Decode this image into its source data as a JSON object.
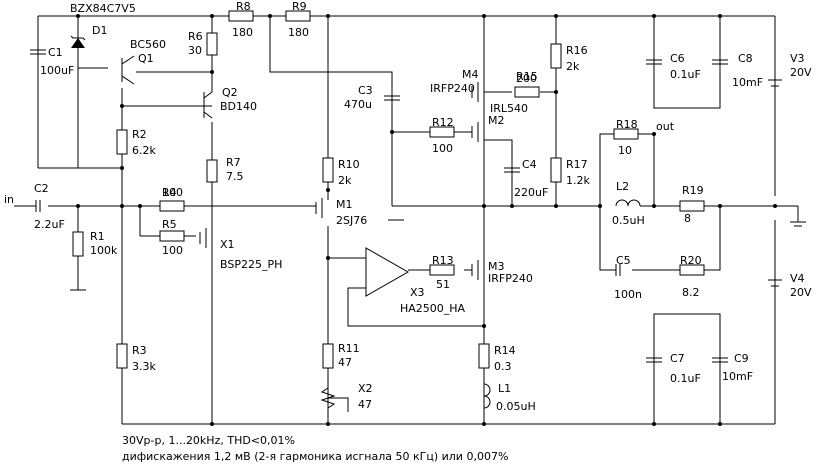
{
  "components": [
    {
      "id": "D1",
      "name": "D1",
      "value": "BZX84C7V5"
    },
    {
      "id": "C1",
      "name": "C1",
      "value": "100uF"
    },
    {
      "id": "Q1",
      "name": "Q1",
      "value": "BC560"
    },
    {
      "id": "R6",
      "name": "R6",
      "value": "30"
    },
    {
      "id": "R8",
      "name": "R8",
      "value": "180"
    },
    {
      "id": "R9",
      "name": "R9",
      "value": "180"
    },
    {
      "id": "Q2",
      "name": "Q2",
      "value": "BD140"
    },
    {
      "id": "R2",
      "name": "R2",
      "value": "6.2k"
    },
    {
      "id": "R7",
      "name": "R7",
      "value": "7.5"
    },
    {
      "id": "R10",
      "name": "R10",
      "value": "2k"
    },
    {
      "id": "C3",
      "name": "C3",
      "value": "470u"
    },
    {
      "id": "M4",
      "name": "M4",
      "value": "IRFP240"
    },
    {
      "id": "R15",
      "name": "R15",
      "value": "200"
    },
    {
      "id": "R16",
      "name": "R16",
      "value": "2k"
    },
    {
      "id": "M2",
      "name": "M2",
      "value": "IRL540"
    },
    {
      "id": "R12",
      "name": "R12",
      "value": "100"
    },
    {
      "id": "C6",
      "name": "C6",
      "value": "0.1uF"
    },
    {
      "id": "C8",
      "name": "C8",
      "value": "10mF"
    },
    {
      "id": "V3",
      "name": "V3",
      "value": "20V"
    },
    {
      "id": "R18",
      "name": "R18",
      "value": "10"
    },
    {
      "id": "C4",
      "name": "C4",
      "value": "220uF"
    },
    {
      "id": "R17",
      "name": "R17",
      "value": "1.2k"
    },
    {
      "id": "C2",
      "name": "C2",
      "value": "2.2uF"
    },
    {
      "id": "R1",
      "name": "R1",
      "value": "100k"
    },
    {
      "id": "R4",
      "name": "R4",
      "value": "100"
    },
    {
      "id": "R5",
      "name": "R5",
      "value": "100"
    },
    {
      "id": "X1",
      "name": "X1",
      "value": "BSP225_PH"
    },
    {
      "id": "M1",
      "name": "M1",
      "value": "2SJ76"
    },
    {
      "id": "L2",
      "name": "L2",
      "value": "0.5uH"
    },
    {
      "id": "R19",
      "name": "R19",
      "value": "8"
    },
    {
      "id": "X3",
      "name": "X3",
      "value": "HA2500_HA"
    },
    {
      "id": "R13",
      "name": "R13",
      "value": "51"
    },
    {
      "id": "M3",
      "name": "M3",
      "value": "IRFP240"
    },
    {
      "id": "C5",
      "name": "C5",
      "value": "100n"
    },
    {
      "id": "R20",
      "name": "R20",
      "value": "8.2"
    },
    {
      "id": "V4",
      "name": "V4",
      "value": "20V"
    },
    {
      "id": "R3",
      "name": "R3",
      "value": "3.3k"
    },
    {
      "id": "R11",
      "name": "R11",
      "value": "47"
    },
    {
      "id": "X2",
      "name": "X2",
      "value": "47"
    },
    {
      "id": "R14",
      "name": "R14",
      "value": "0.3"
    },
    {
      "id": "L1",
      "name": "L1",
      "value": "0.05uH"
    },
    {
      "id": "C7",
      "name": "C7",
      "value": "0.1uF"
    },
    {
      "id": "C9",
      "name": "C9",
      "value": "10mF"
    }
  ],
  "nets": {
    "input": "in",
    "output": "out"
  },
  "notes": [
    "30Vp-p, 1...20kHz, THD<0,01%",
    "дифискажения 1,2 мВ (2-я гармоника исгнала 50 кГц) или 0,007%"
  ]
}
